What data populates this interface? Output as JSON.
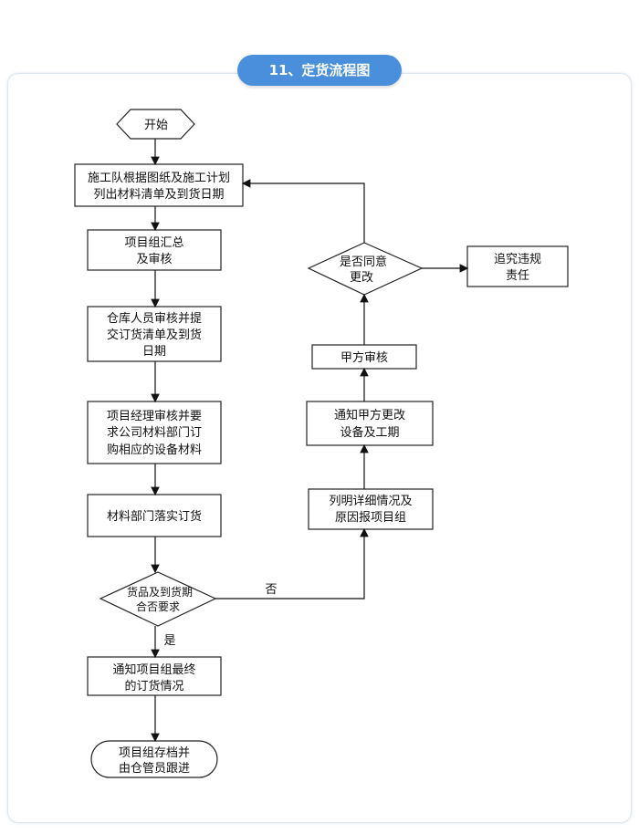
{
  "title": "11、定货流程图",
  "nodes": {
    "start": [
      "开始"
    ],
    "make_list": [
      "施工队根据图纸及施工计划",
      "列出材料清单及到货日期"
    ],
    "group_review": [
      "项目组汇总",
      "及审核"
    ],
    "warehouse": [
      "仓库人员审核并提",
      "交订货清单及到货",
      "日期"
    ],
    "pm_review": [
      "项目经理审核并要",
      "求公司材料部门订",
      "购相应的设备材料"
    ],
    "order": [
      "材料部门落实订货"
    ],
    "check": [
      "货品及到货期",
      "合否要求"
    ],
    "notify_final": [
      "通知项目组最终",
      "的订货情况"
    ],
    "archive": [
      "项目组存档并",
      "由仓管员跟进"
    ],
    "list_detail": [
      "列明详细情况及",
      "原因报项目组"
    ],
    "notify_client": [
      "通知甲方更改",
      "设备及工期"
    ],
    "client_review": [
      "甲方审核"
    ],
    "agree": [
      "是否同意",
      "更改"
    ],
    "liability": [
      "追究违规",
      "责任"
    ]
  },
  "edge_labels": {
    "no": "否",
    "yes": "是"
  }
}
